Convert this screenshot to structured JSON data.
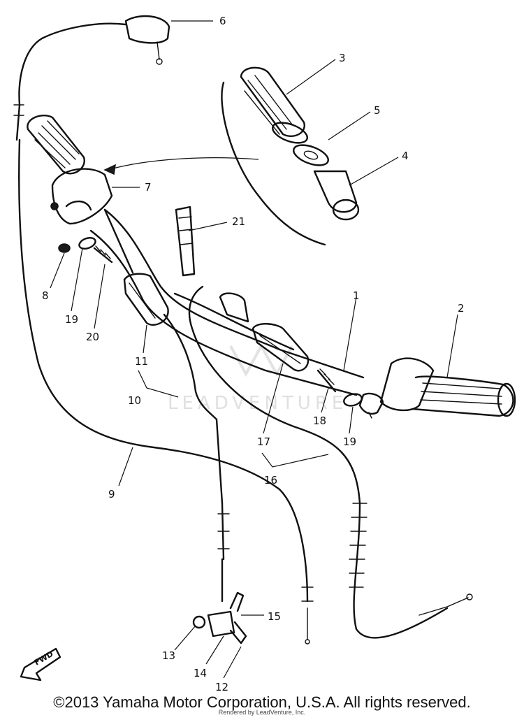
{
  "diagram": {
    "callouts": [
      {
        "id": "6",
        "text": "6"
      },
      {
        "id": "3",
        "text": "3"
      },
      {
        "id": "5",
        "text": "5"
      },
      {
        "id": "4",
        "text": "4"
      },
      {
        "id": "7",
        "text": "7"
      },
      {
        "id": "21",
        "text": "21"
      },
      {
        "id": "8",
        "text": "8"
      },
      {
        "id": "19a",
        "text": "19"
      },
      {
        "id": "20",
        "text": "20"
      },
      {
        "id": "11",
        "text": "11"
      },
      {
        "id": "10",
        "text": "10"
      },
      {
        "id": "1",
        "text": "1"
      },
      {
        "id": "2",
        "text": "2"
      },
      {
        "id": "18",
        "text": "18"
      },
      {
        "id": "19b",
        "text": "19"
      },
      {
        "id": "17",
        "text": "17"
      },
      {
        "id": "16",
        "text": "16"
      },
      {
        "id": "9",
        "text": "9"
      },
      {
        "id": "15",
        "text": "15"
      },
      {
        "id": "13",
        "text": "13"
      },
      {
        "id": "14",
        "text": "14"
      },
      {
        "id": "12",
        "text": "12"
      }
    ],
    "fwd_label": "FWD",
    "watermark": "LEADVENTURE"
  },
  "footer": {
    "copyright": "©2013 Yamaha Motor Corporation, U.S.A. All rights reserved.",
    "rendered_by": "Rendered by LeadVenture, Inc."
  }
}
